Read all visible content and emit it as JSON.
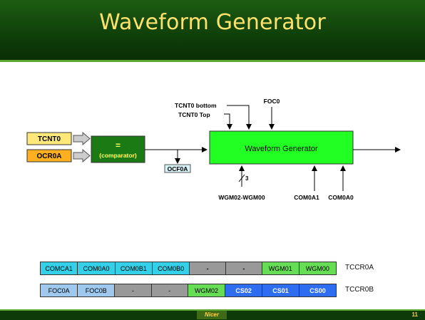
{
  "slide": {
    "title": "Waveform Generator",
    "page_number": "11",
    "footer_logo": "Nicer"
  },
  "inputs": {
    "tcnt0": "TCNT0",
    "ocr0a": "OCR0A"
  },
  "comparator": {
    "symbol": "=",
    "label": "(comparator)"
  },
  "ocf0a": "OCF0A",
  "generator": {
    "label": "Waveform Generator",
    "tcnt0_bottom": "TCNT0 bottom",
    "tcnt0_top": "TCNT0 Top",
    "foc0": "FOC0",
    "bus_width": "3",
    "wgm": "WGM02-WGM00",
    "com0a1": "COM0A1",
    "com0a0": "COM0A0"
  },
  "registers": [
    {
      "name": "TCCR0A",
      "bits": [
        {
          "label": "COMCA1",
          "color": "#33d0e8",
          "bold": false
        },
        {
          "label": "COM0A0",
          "color": "#33d0e8",
          "bold": false
        },
        {
          "label": "COM0B1",
          "color": "#33d0e8",
          "bold": false
        },
        {
          "label": "COM0B0",
          "color": "#33d0e8",
          "bold": false
        },
        {
          "label": "-",
          "color": "#999999",
          "bold": true
        },
        {
          "label": "-",
          "color": "#999999",
          "bold": true
        },
        {
          "label": "WGM01",
          "color": "#66dd55",
          "bold": false
        },
        {
          "label": "WGM00",
          "color": "#66dd55",
          "bold": false
        }
      ]
    },
    {
      "name": "TCCR0B",
      "bits": [
        {
          "label": "FOC0A",
          "color": "#9ec8ee",
          "bold": false
        },
        {
          "label": "FOC0B",
          "color": "#9ec8ee",
          "bold": false
        },
        {
          "label": "-",
          "color": "#999999",
          "bold": false
        },
        {
          "label": "-",
          "color": "#999999",
          "bold": false
        },
        {
          "label": "WGM02",
          "color": "#66dd55",
          "bold": false
        },
        {
          "label": "CS02",
          "color": "#2f6df0",
          "bold": true
        },
        {
          "label": "CS01",
          "color": "#2f6df0",
          "bold": true
        },
        {
          "label": "CS00",
          "color": "#2f6df0",
          "bold": true
        }
      ]
    }
  ]
}
